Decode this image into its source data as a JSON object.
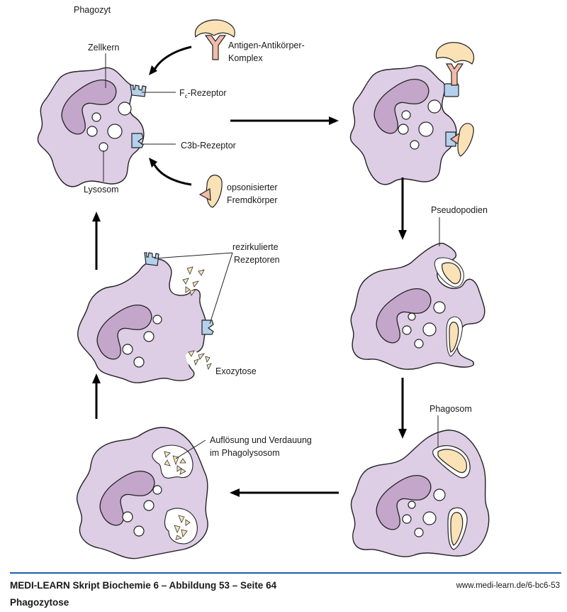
{
  "figure": {
    "title": "Phagozytose",
    "colors": {
      "cytoplasm": "#ddcde5",
      "nucleus": "#c4a6cb",
      "foreign_body": "#fbe2b6",
      "antibody": "#f2bca8",
      "receptor": "#b5d0ec",
      "footer_rule": "#1f5fa8"
    },
    "stages": [
      {
        "id": "resting",
        "label": "Phagozyt"
      },
      {
        "id": "binding"
      },
      {
        "id": "engulfing"
      },
      {
        "id": "phagosome"
      },
      {
        "id": "digestion"
      },
      {
        "id": "exocytosis"
      }
    ],
    "labels": {
      "phagozyt": "Phagozyt",
      "zellkern": "Zellkern",
      "fc_receptor_main": "F",
      "fc_receptor_sub": "c",
      "fc_receptor_rest": "-Rezeptor",
      "c3b_receptor": "C3b-Rezeptor",
      "lysosom": "Lysosom",
      "antigen_complex_1": "Antigen-Antikörper-",
      "antigen_complex_2": "Komplex",
      "opsonized_1": "opsonisierter",
      "opsonized_2": "Fremdkörper",
      "pseudopodien": "Pseudopodien",
      "phagosom": "Phagosom",
      "digestion_1": "Auflösung und Verdauung",
      "digestion_2": "im Phagolysosom",
      "recycled_1": "rezirkulierte",
      "recycled_2": "Rezeptoren",
      "exozytose": "Exozytose"
    },
    "arrows": [
      {
        "from": "resting",
        "to": "binding",
        "direction": "right"
      },
      {
        "from": "binding",
        "to": "engulfing",
        "direction": "down"
      },
      {
        "from": "engulfing",
        "to": "phagosome",
        "direction": "down"
      },
      {
        "from": "phagosome",
        "to": "digestion",
        "direction": "left"
      },
      {
        "from": "digestion",
        "to": "exocytosis",
        "direction": "up"
      },
      {
        "from": "exocytosis",
        "to": "resting",
        "direction": "up"
      }
    ]
  },
  "footer": {
    "source": "MEDI-LEARN Skript Biochemie 6 – Abbildung 53 – Seite 64",
    "caption": "Phagozytose",
    "url": "www.medi-learn.de/6-bc6-53"
  }
}
